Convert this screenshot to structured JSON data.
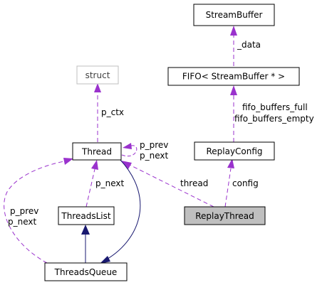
{
  "colors": {
    "dependency": "#9a32cd",
    "inheritance": "#191970",
    "node_border": "#000000",
    "struct_border": "#bfbfbf",
    "highlight_fill": "#bfbfbf"
  },
  "nodes": {
    "stream_buffer": "StreamBuffer",
    "fifo": "FIFO< StreamBuffer * >",
    "struct": "struct",
    "replay_config": "ReplayConfig",
    "thread": "Thread",
    "replay_thread": "ReplayThread",
    "threads_list": "ThreadsList",
    "threads_queue": "ThreadsQueue"
  },
  "edge_labels": {
    "data": "_data",
    "fifo_full": "fifo_buffers_full",
    "fifo_empty": "fifo_buffers_empty",
    "p_ctx": "p_ctx",
    "thread_self_prev": "p_prev",
    "thread_self_next": "p_next",
    "replay_thread_thread": "thread",
    "replay_thread_config": "config",
    "list_p_next": "p_next",
    "queue_p_prev": "p_prev",
    "queue_p_next": "p_next"
  }
}
